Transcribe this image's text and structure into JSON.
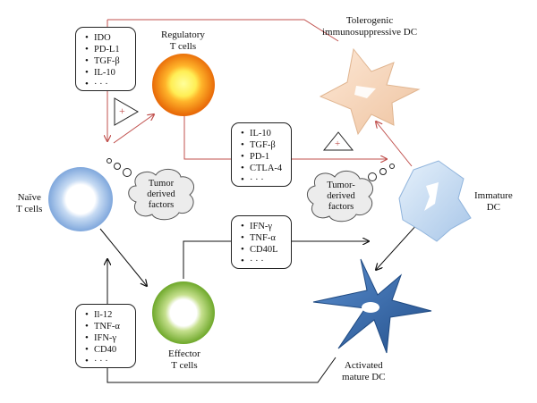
{
  "cells": {
    "naive": [
      "Naïve",
      "T cells"
    ],
    "regulatory": [
      "Regulatory",
      "T cells"
    ],
    "effector": [
      "Effector",
      "T cells"
    ]
  },
  "dcs": {
    "tolerogenic": [
      "Tolerogenic",
      "immunosuppressive DC"
    ],
    "immature": [
      "Immature",
      "DC"
    ],
    "activated": [
      "Activated",
      "mature DC"
    ]
  },
  "clouds": {
    "left": [
      "Tumor",
      "derived",
      "factors"
    ],
    "right": [
      "Tumor-",
      "derived",
      "factors"
    ]
  },
  "boxes": {
    "treg_inducers": [
      "IDO",
      "PD-L1",
      "TGF-β",
      "IL-10",
      "· · ·"
    ],
    "treg_outputs": [
      "IL-10",
      "TGF-β",
      "PD-1",
      "CTLA-4",
      "· · ·"
    ],
    "effector_outputs": [
      "IFN-γ",
      "TNF-α",
      "CD40L",
      "· · ·"
    ],
    "effector_inducers": [
      "Il-12",
      "TNF-α",
      "IFN-γ",
      "CD40",
      "· · ·"
    ]
  },
  "signs": {
    "plus": "+"
  },
  "colors": {
    "inhibitory_line": "#c0504d",
    "activating_line": "#111111",
    "naive_cell": "#8fb4e3",
    "regulatory_cell": "#f07a10",
    "effector_cell": "#7fb737",
    "tolerogenic_dc": "#f5d6bd",
    "immature_dc": "#c6dcf2",
    "activated_dc": "#3a6aa8"
  }
}
